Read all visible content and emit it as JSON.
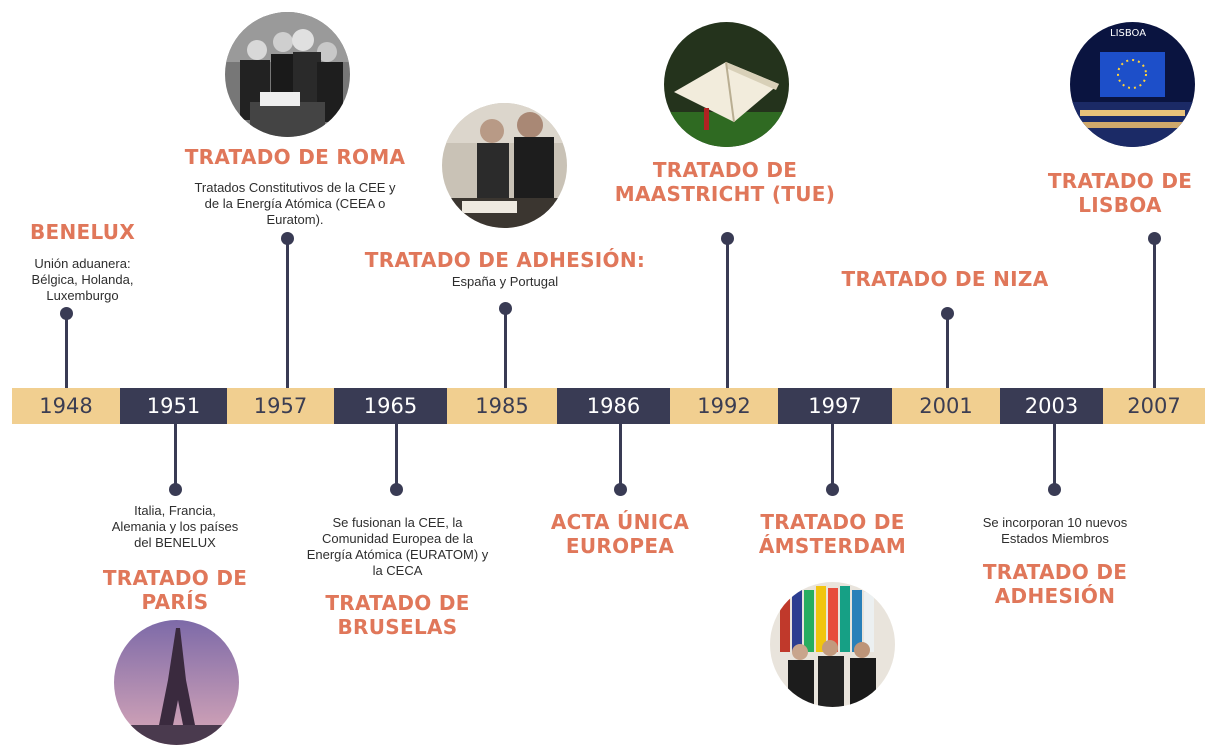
{
  "years": [
    "1948",
    "1951",
    "1957",
    "1965",
    "1985",
    "1986",
    "1992",
    "1997",
    "2001",
    "2003",
    "2007"
  ],
  "events": {
    "e1948": {
      "title": "BENELUX",
      "desc": "Unión aduanera:\nBélgica, Holanda,\nLuxemburgo"
    },
    "e1951": {
      "title": "TRATADO DE\nPARÍS",
      "desc": "Italia, Francia,\nAlemania y los países\ndel BENELUX"
    },
    "e1957": {
      "title": "TRATADO DE ROMA",
      "desc": "Tratados Constitutivos de la CEE y\nde la Energía Atómica (CEEA o\nEuratom)."
    },
    "e1965": {
      "title": "TRATADO DE\nBRUSELAS",
      "desc": "Se fusionan la CEE, la\nComunidad Europea de la\nEnergía Atómica (EURATOM) y\nla CECA"
    },
    "e1985": {
      "title": "TRATADO DE ADHESIÓN:",
      "desc": "España y Portugal"
    },
    "e1986": {
      "title": "ACTA ÚNICA\nEUROPEA"
    },
    "e1992": {
      "title": "TRATADO DE\nMAASTRICHT (TUE)"
    },
    "e1997": {
      "title": "TRATADO DE\nÁMSTERDAM"
    },
    "e2001": {
      "title": "TRATADO DE NIZA"
    },
    "e2003": {
      "title": "TRATADO DE\nADHESIÓN",
      "desc": "Se incorporan 10 nuevos\nEstados Miembros"
    },
    "e2007": {
      "title": "TRATADO DE\nLISBOA"
    }
  },
  "photos": {
    "lisboa_sign": "LISBOA"
  },
  "colors": {
    "accent": "#e0775a",
    "dark": "#393b54",
    "light": "#f1cf90"
  }
}
